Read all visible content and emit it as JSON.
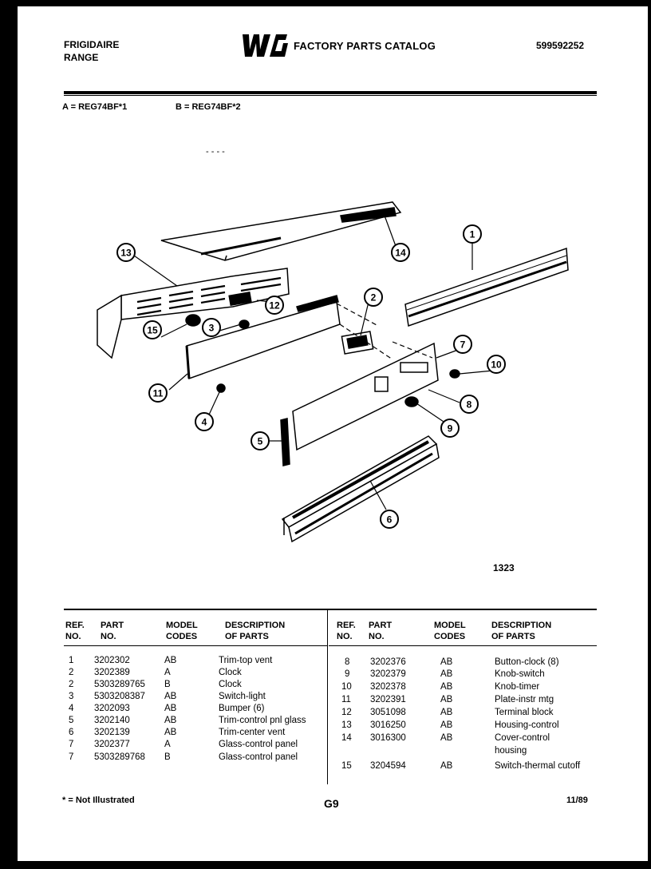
{
  "header": {
    "brand_line1": "FRIGIDAIRE",
    "brand_line2": "RANGE",
    "catalog_title": "FACTORY PARTS CATALOG",
    "catalog_number": "599592252"
  },
  "models": {
    "a": "A = REG74BF*1",
    "b": "B = REG74BF*2"
  },
  "diagram": {
    "figure_number": "1323",
    "callouts": [
      "1",
      "2",
      "3",
      "4",
      "5",
      "6",
      "7",
      "8",
      "9",
      "10",
      "11",
      "12",
      "13",
      "14",
      "15"
    ]
  },
  "table": {
    "headers": {
      "ref": [
        "REF.",
        "NO."
      ],
      "part": [
        "PART",
        "NO."
      ],
      "model": [
        "MODEL",
        "CODES"
      ],
      "desc": [
        "DESCRIPTION",
        "OF PARTS"
      ]
    },
    "left_rows": [
      {
        "ref": "1",
        "part": "3202302",
        "model": "AB",
        "desc": "Trim-top vent"
      },
      {
        "ref": "2",
        "part": "3202389",
        "model": "A",
        "desc": "Clock"
      },
      {
        "ref": "2",
        "part": "5303289765",
        "model": "B",
        "desc": "Clock"
      },
      {
        "ref": "3",
        "part": "5303208387",
        "model": "AB",
        "desc": "Switch-light"
      },
      {
        "ref": "4",
        "part": "3202093",
        "model": "AB",
        "desc": "Bumper (6)"
      },
      {
        "ref": "5",
        "part": "3202140",
        "model": "AB",
        "desc": "Trim-control pnl glass"
      },
      {
        "ref": "6",
        "part": "3202139",
        "model": "AB",
        "desc": "Trim-center vent"
      },
      {
        "ref": "7",
        "part": "3202377",
        "model": "A",
        "desc": "Glass-control panel"
      },
      {
        "ref": "7",
        "part": "5303289768",
        "model": "B",
        "desc": "Glass-control panel"
      }
    ],
    "right_rows": [
      {
        "ref": "8",
        "part": "3202376",
        "model": "AB",
        "desc": "Button-clock (8)",
        "desc2": ""
      },
      {
        "ref": "9",
        "part": "3202379",
        "model": "AB",
        "desc": "Knob-switch",
        "desc2": ""
      },
      {
        "ref": "10",
        "part": "3202378",
        "model": "AB",
        "desc": "Knob-timer",
        "desc2": ""
      },
      {
        "ref": "11",
        "part": "3202391",
        "model": "AB",
        "desc": "Plate-instr mtg",
        "desc2": ""
      },
      {
        "ref": "12",
        "part": "3051098",
        "model": "AB",
        "desc": "Terminal block",
        "desc2": ""
      },
      {
        "ref": "13",
        "part": "3016250",
        "model": "AB",
        "desc": "Housing-control",
        "desc2": ""
      },
      {
        "ref": "14",
        "part": "3016300",
        "model": "AB",
        "desc": "Cover-control",
        "desc2": "housing"
      },
      {
        "ref": "15",
        "part": "3204594",
        "model": "AB",
        "desc": "Switch-thermal cutoff",
        "desc2": ""
      }
    ]
  },
  "footer": {
    "note": "* = Not Illustrated",
    "page": "G9",
    "date": "11/89"
  }
}
